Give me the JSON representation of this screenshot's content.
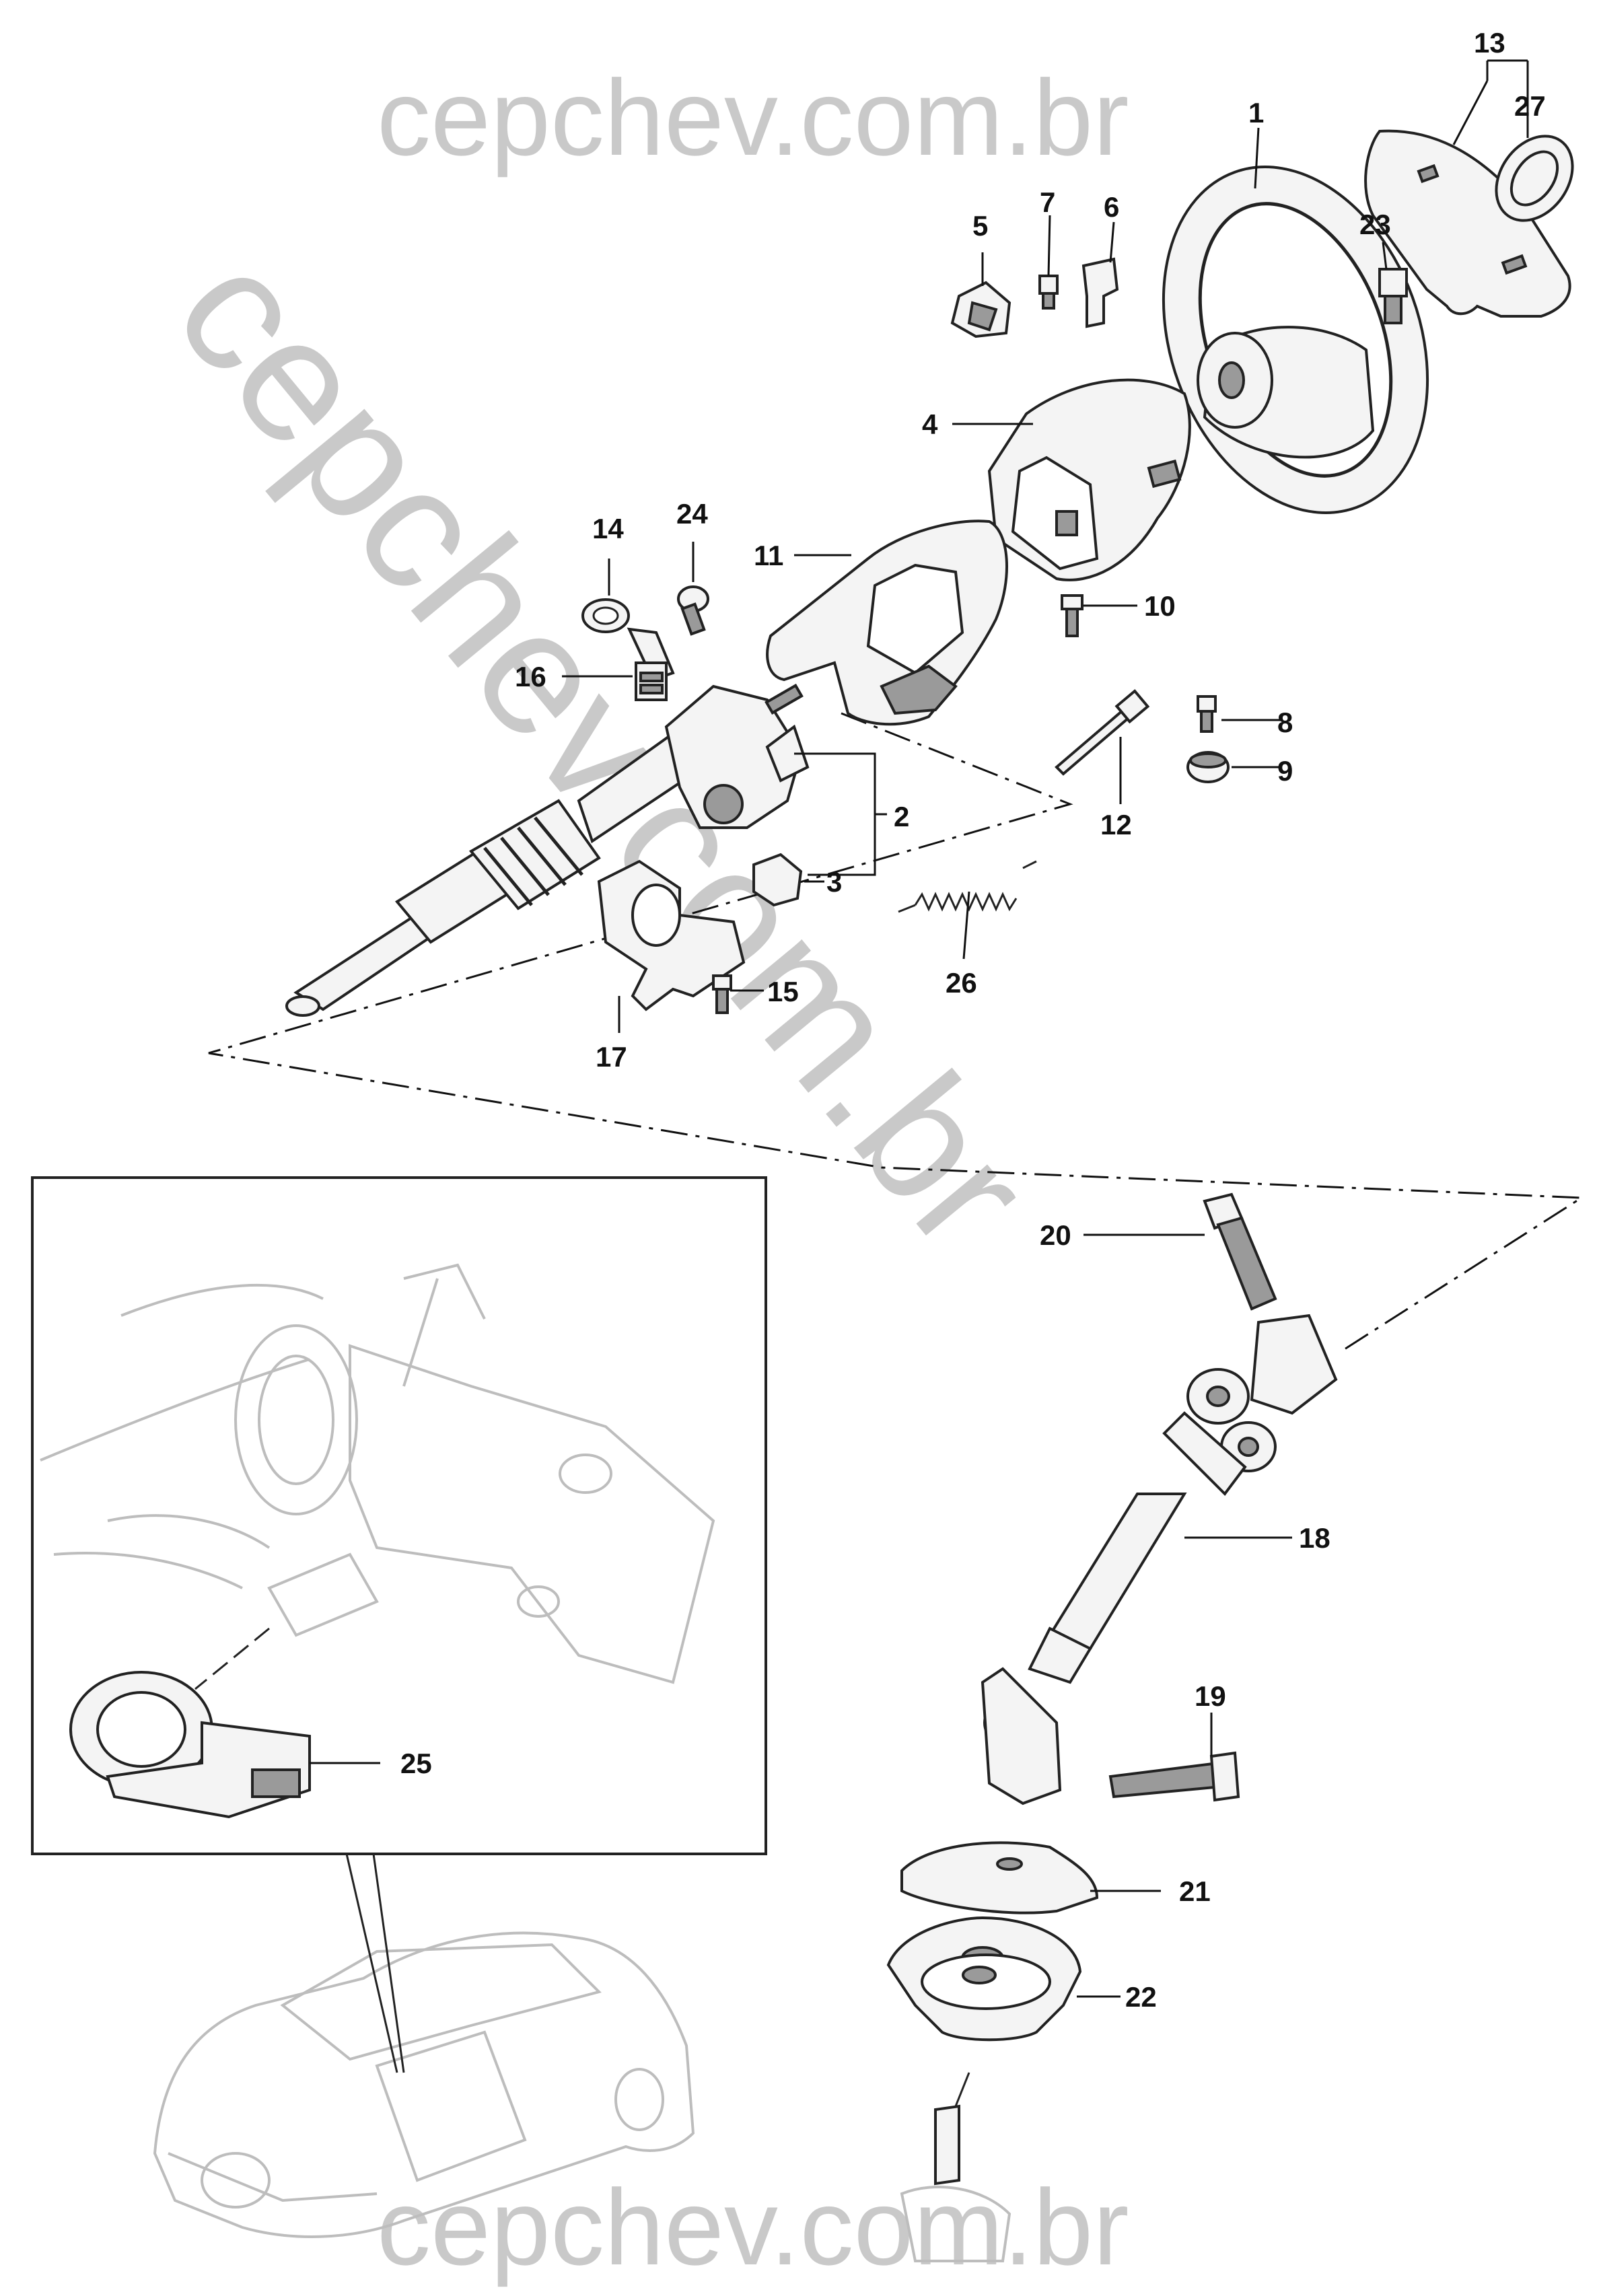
{
  "watermarks": {
    "top": "cepchev.com.br",
    "diagonal": "cepchev.com.br",
    "bottom": "cepchev.com.br"
  },
  "labels": {
    "l1": "1",
    "l2": "2",
    "l3": "3",
    "l4": "4",
    "l5": "5",
    "l6": "6",
    "l7": "7",
    "l8": "8",
    "l9": "9",
    "l10": "10",
    "l11": "11",
    "l12": "12",
    "l13": "13",
    "l14": "14",
    "l15": "15",
    "l16": "16",
    "l17": "17",
    "l18": "18",
    "l19": "19",
    "l20": "20",
    "l21": "21",
    "l22": "22",
    "l23": "23",
    "l24": "24",
    "l25": "25",
    "l26": "26",
    "l27": "27"
  },
  "colors": {
    "ink": "#111111",
    "watermark": "#c9c9c9",
    "inset_line": "#bdbdbd"
  }
}
